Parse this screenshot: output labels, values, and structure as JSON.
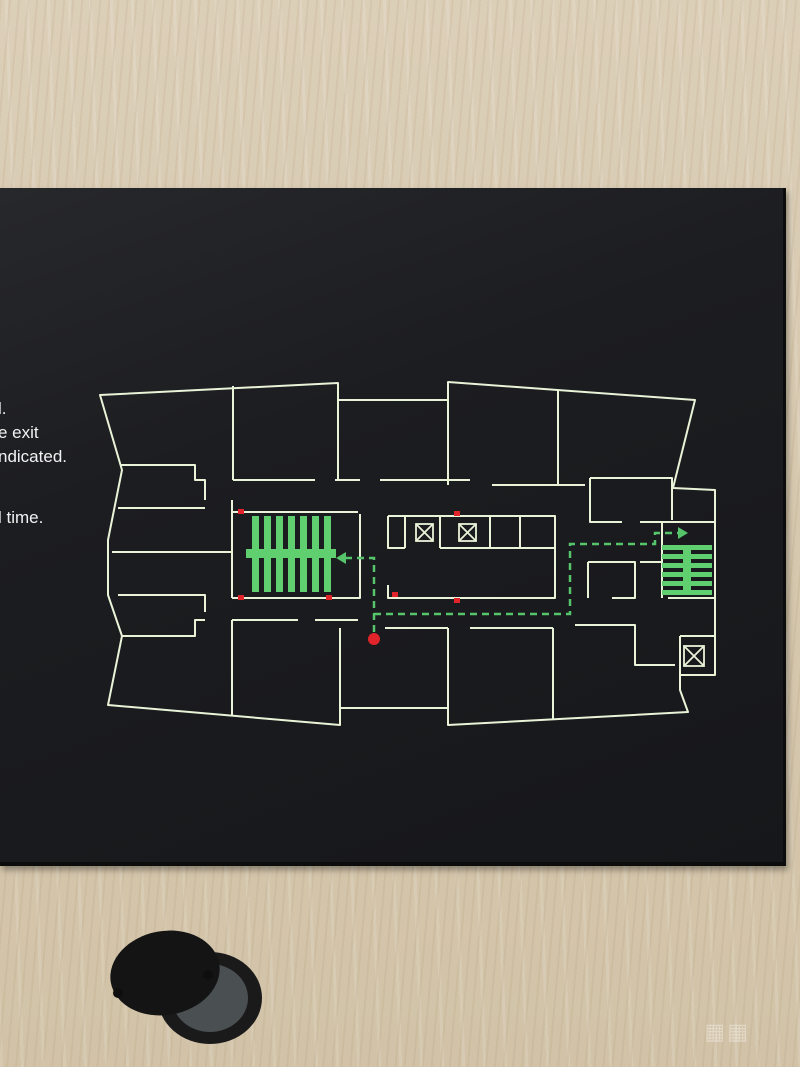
{
  "sign": {
    "text_lines": [
      "l.",
      "e exit",
      "ndicated.",
      "",
      "l time."
    ]
  },
  "legend": {
    "you_are_here_color": "#e0242a",
    "exit_route_color": "#56c46a",
    "stairs_color": "#5fcf6f",
    "plan_line_color": "#e9f3d8"
  },
  "icons": [
    "elevator-icon",
    "stairs-icon",
    "extinguisher-icon",
    "you-are-here-icon",
    "exit-arrow-icon"
  ]
}
